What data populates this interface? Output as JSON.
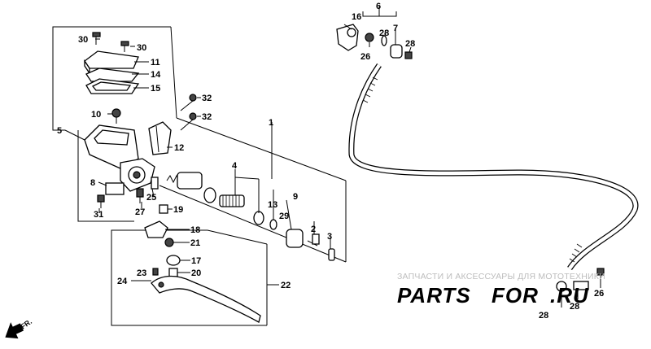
{
  "callouts": {
    "c1": "1",
    "c2": "2",
    "c3": "3",
    "c4": "4",
    "c5": "5",
    "c6": "6",
    "c7": "7",
    "c8": "8",
    "c9": "9",
    "c10": "10",
    "c11": "11",
    "c12": "12",
    "c13": "13",
    "c14": "14",
    "c15": "15",
    "c16": "16",
    "c17": "17",
    "c18": "18",
    "c19": "19",
    "c20": "20",
    "c21": "21",
    "c22": "22",
    "c23": "23",
    "c24": "24",
    "c25": "25",
    "c26a": "26",
    "c26b": "26",
    "c27": "27",
    "c28a": "28",
    "c28b": "28",
    "c28c": "28",
    "c28d": "28",
    "c29": "29",
    "c30a": "30",
    "c30b": "30",
    "c31": "31",
    "c32a": "32",
    "c32b": "32"
  },
  "direction": "FR.",
  "watermark": {
    "line1": "ЗАПЧАСТИ И АКСЕССУАРЫ ДЛЯ МОТОТЕХНИКИ",
    "brand_a": "PARTS",
    "brand_b": "FOR",
    "brand_c": ".RU",
    "brand_color_a": "#e8323c",
    "brand_color_b": "#9a9a9a"
  }
}
